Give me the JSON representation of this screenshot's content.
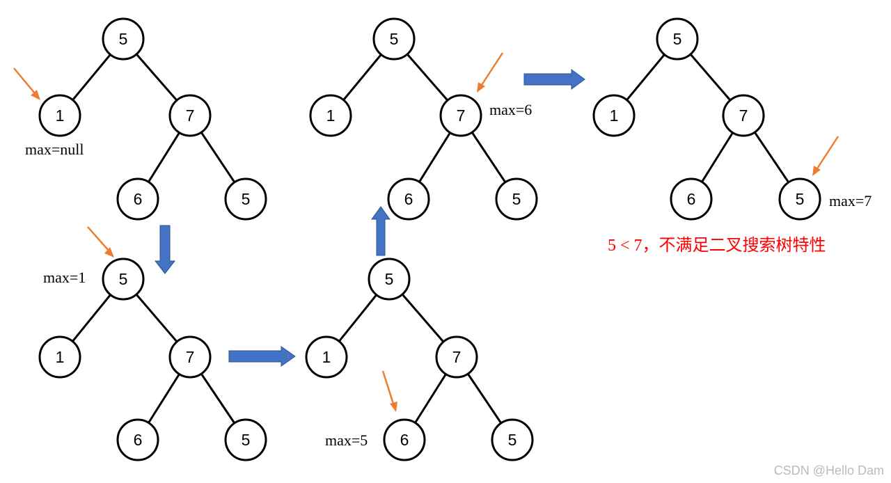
{
  "trees": [
    {
      "id": "t1",
      "root": "5",
      "left": "1",
      "right": "7",
      "rl": "6",
      "rr": "5",
      "max_label": "max=null"
    },
    {
      "id": "t2",
      "root": "5",
      "left": "1",
      "right": "7",
      "rl": "6",
      "rr": "5",
      "max_label": "max=1"
    },
    {
      "id": "t3",
      "root": "5",
      "left": "1",
      "right": "7",
      "rl": "6",
      "rr": "5",
      "max_label": "max=5"
    },
    {
      "id": "t4",
      "root": "5",
      "left": "1",
      "right": "7",
      "rl": "6",
      "rr": "5",
      "max_label": "max=6"
    },
    {
      "id": "t5",
      "root": "5",
      "left": "1",
      "right": "7",
      "rl": "6",
      "rr": "5",
      "max_label": "max=7"
    }
  ],
  "conclusion": "5 < 7，不满足二叉搜索树特性",
  "watermark": "CSDN @Hello Dam",
  "colors": {
    "pointer": "#ED7D31",
    "block_arrow": "#4472C4",
    "conclusion": "#FF0000",
    "watermark": "#BBBBBB"
  }
}
